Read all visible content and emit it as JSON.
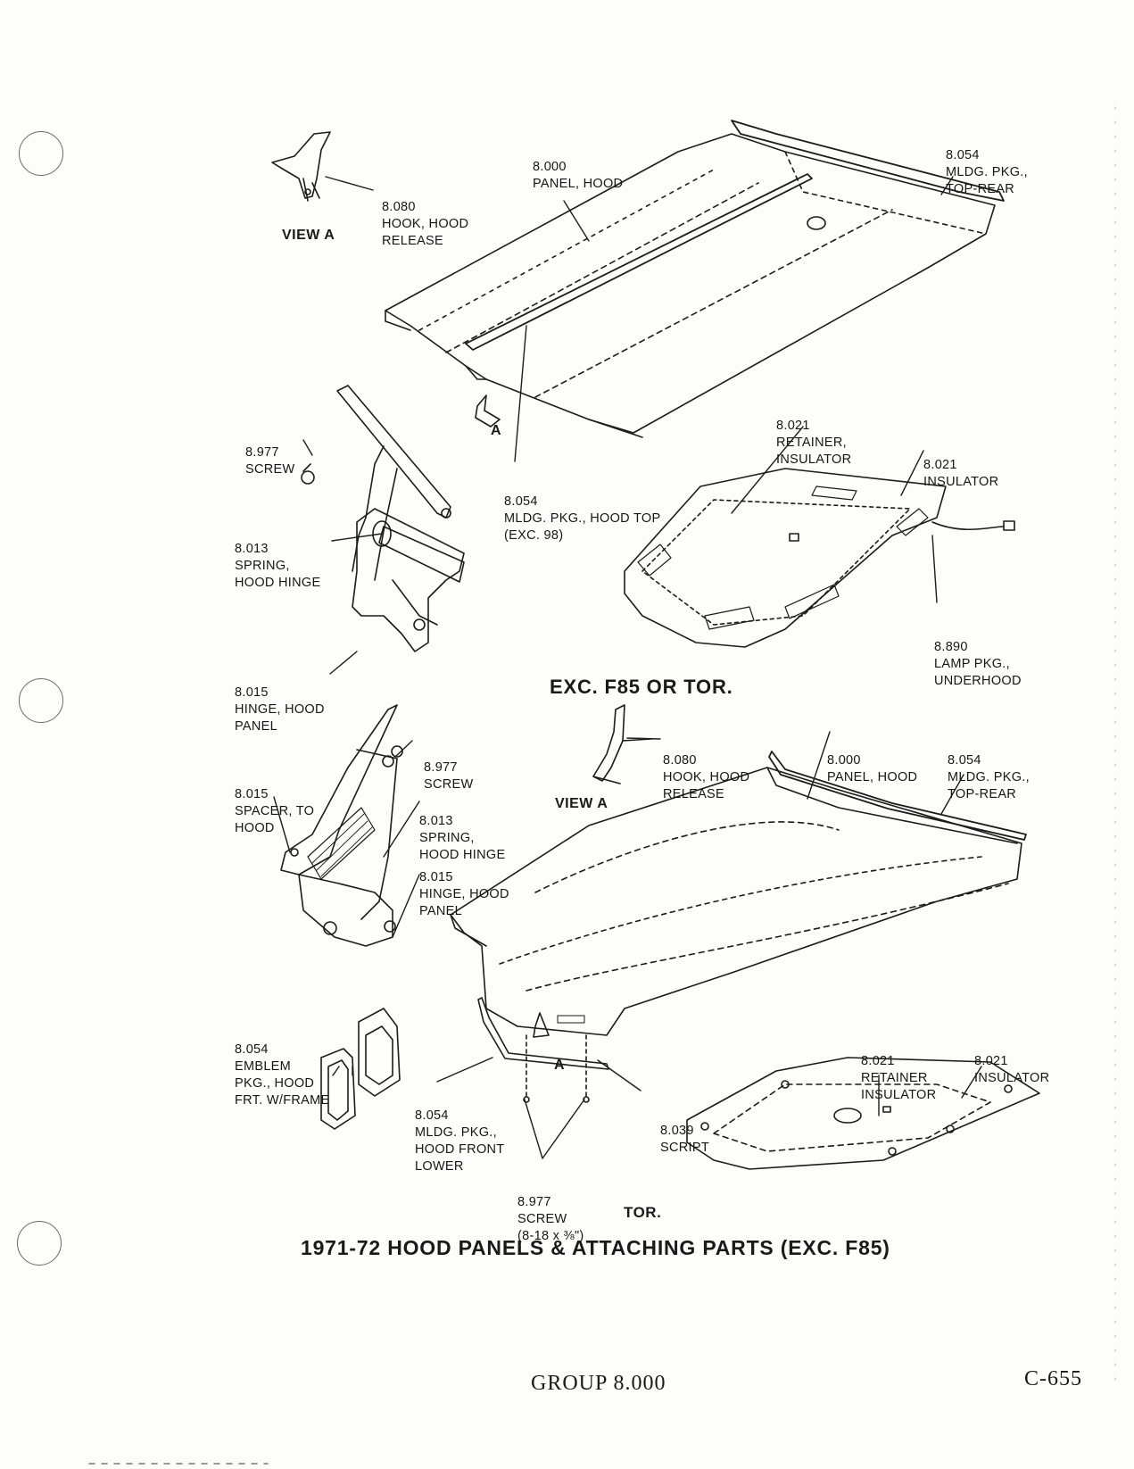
{
  "sections": {
    "upper": {
      "caption": "EXC. F85 OR TOR.",
      "view_label": "VIEW A",
      "arrow_letter": "A",
      "callouts": {
        "hook_release": [
          "8.080",
          "HOOK, HOOD",
          "RELEASE"
        ],
        "panel_hood": [
          "8.000",
          "PANEL, HOOD"
        ],
        "mldg_top_rear": [
          "8.054",
          "MLDG. PKG.,",
          "TOP-REAR"
        ],
        "screw": [
          "8.977",
          "SCREW"
        ],
        "spring_hinge": [
          "8.013",
          "SPRING,",
          "HOOD HINGE"
        ],
        "mldg_hood_top": [
          "8.054",
          "MLDG. PKG., HOOD TOP",
          "(EXC. 98)"
        ],
        "retainer_insulator": [
          "8.021",
          "RETAINER,",
          "INSULATOR"
        ],
        "insulator": [
          "8.021",
          "INSULATOR"
        ],
        "lamp_pkg": [
          "8.890",
          "LAMP PKG.,",
          "UNDERHOOD"
        ],
        "hinge_panel": [
          "8.015",
          "HINGE, HOOD",
          "PANEL"
        ]
      }
    },
    "lower": {
      "caption": "TOR.",
      "view_label": "VIEW A",
      "arrow_letter": "A",
      "callouts": {
        "hook_release": [
          "8.080",
          "HOOK, HOOD",
          "RELEASE"
        ],
        "panel_hood": [
          "8.000",
          "PANEL, HOOD"
        ],
        "mldg_top_rear": [
          "8.054",
          "MLDG. PKG.,",
          "TOP-REAR"
        ],
        "screw": [
          "8.977",
          "SCREW"
        ],
        "spacer": [
          "8.015",
          "SPACER, TO",
          "HOOD"
        ],
        "spring_hinge": [
          "8.013",
          "SPRING,",
          "HOOD HINGE"
        ],
        "hinge_panel": [
          "8.015",
          "HINGE, HOOD",
          "PANEL"
        ],
        "emblem": [
          "8.054",
          "EMBLEM",
          "PKG., HOOD",
          "FRT. W/FRAME"
        ],
        "mldg_front_lower": [
          "8.054",
          "MLDG. PKG.,",
          "HOOD FRONT",
          "LOWER"
        ],
        "script": [
          "8.039",
          "SCRIPT"
        ],
        "screw_size": [
          "8.977",
          "SCREW",
          "(8-18 x ⅜\")"
        ],
        "retainer_insulator": [
          "8.021",
          "RETAINER",
          "INSULATOR"
        ],
        "insulator": [
          "8.021",
          "INSULATOR"
        ]
      }
    }
  },
  "title": "1971-72 HOOD PANELS & ATTACHING PARTS (EXC. F85)",
  "footer": {
    "group": "GROUP 8.000",
    "page": "C-655"
  },
  "colors": {
    "ink": "#1a1a1a",
    "paper": "#fdfdfb"
  }
}
